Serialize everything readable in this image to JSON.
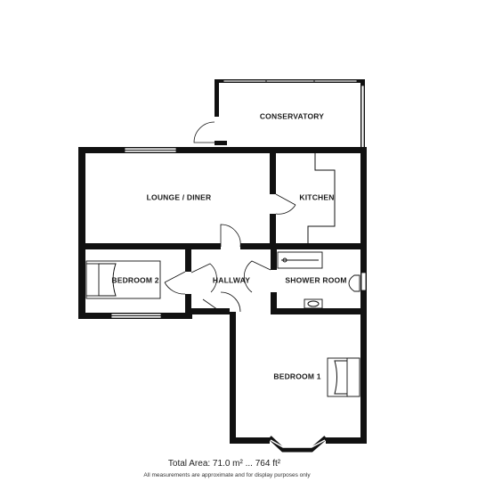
{
  "rooms": {
    "conservatory": "CONSERVATORY",
    "lounge_diner": "LOUNGE / DINER",
    "kitchen": "KITCHEN",
    "bedroom_2": "BEDROOM 2",
    "hallway": "HALLWAY",
    "shower_room": "SHOWER ROOM",
    "bedroom_1": "BEDROOM 1"
  },
  "footer": {
    "total_area": "Total Area: 71.0 m² ... 764 ft²",
    "disclaimer": "All measurements are approximate and for display purposes only"
  }
}
